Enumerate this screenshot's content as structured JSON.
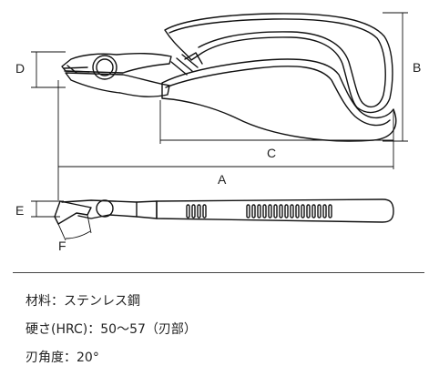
{
  "dimension_labels": {
    "a": "A",
    "b": "B",
    "c": "C",
    "d": "D",
    "e": "E",
    "f": "F"
  },
  "specs": {
    "material": "材料：ステンレス鋼",
    "hardness": "硬さ(HRC)：50〜57（刃部）",
    "blade_angle": "刃角度：20°"
  }
}
